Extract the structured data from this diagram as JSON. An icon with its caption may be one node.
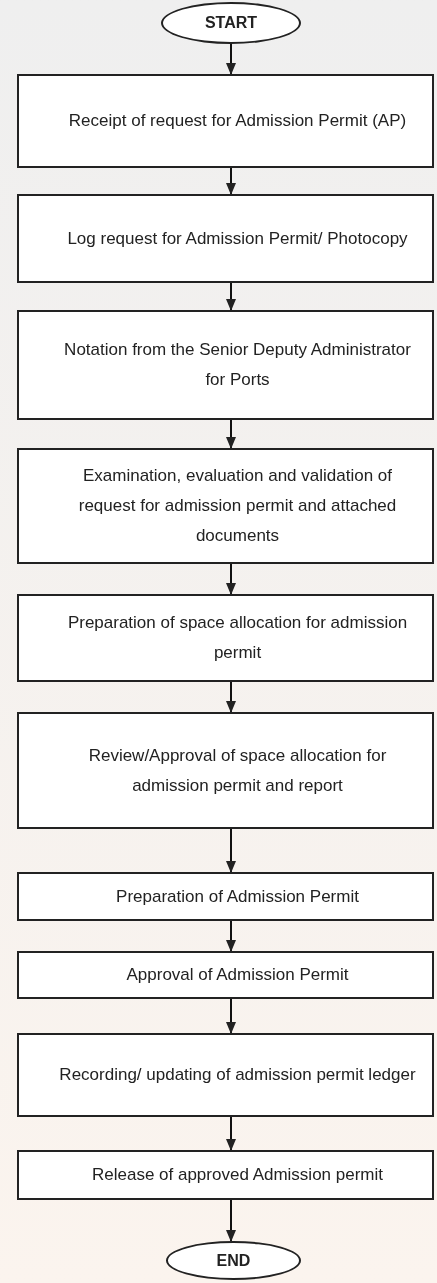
{
  "diagram": {
    "nodes": [
      {
        "text": [
          "START"
        ]
      },
      {
        "text": [
          "Receipt of request for Admission Permit (AP)"
        ]
      },
      {
        "text": [
          "Log request for Admission Permit/ Photocopy"
        ]
      },
      {
        "text": [
          "Notation from the Senior Deputy Administrator for Ports"
        ]
      },
      {
        "text": [
          "Examination, evaluation and validation of request for admission permit and attached documents"
        ]
      },
      {
        "text": [
          "Preparation of space allocation for admission permit"
        ]
      },
      {
        "text": [
          "Review/Approval of space allocation for admission permit and report"
        ]
      },
      {
        "text": [
          "Preparation of Admission Permit"
        ]
      },
      {
        "text": [
          "Approval of Admission Permit"
        ]
      },
      {
        "text": [
          "Recording/ updating of admission permit ledger"
        ]
      },
      {
        "text": [
          "Release of approved Admission permit"
        ]
      },
      {
        "text": [
          "END"
        ]
      }
    ],
    "edges": [
      {
        "from": 0,
        "to": 1,
        "arrow": "to"
      },
      {
        "from": 1,
        "to": 2,
        "arrow": "to"
      },
      {
        "from": 2,
        "to": 3,
        "arrow": "to"
      },
      {
        "from": 3,
        "to": 4,
        "arrow": "to"
      },
      {
        "from": 4,
        "to": 5,
        "arrow": "to"
      },
      {
        "from": 5,
        "to": 6,
        "arrow": "to"
      },
      {
        "from": 6,
        "to": 7,
        "arrow": "to"
      },
      {
        "from": 7,
        "to": 8,
        "arrow": "to"
      },
      {
        "from": 8,
        "to": 9,
        "arrow": "to"
      },
      {
        "from": 9,
        "to": 10,
        "arrow": "to"
      },
      {
        "from": 10,
        "to": 11,
        "arrow": "to"
      }
    ]
  }
}
